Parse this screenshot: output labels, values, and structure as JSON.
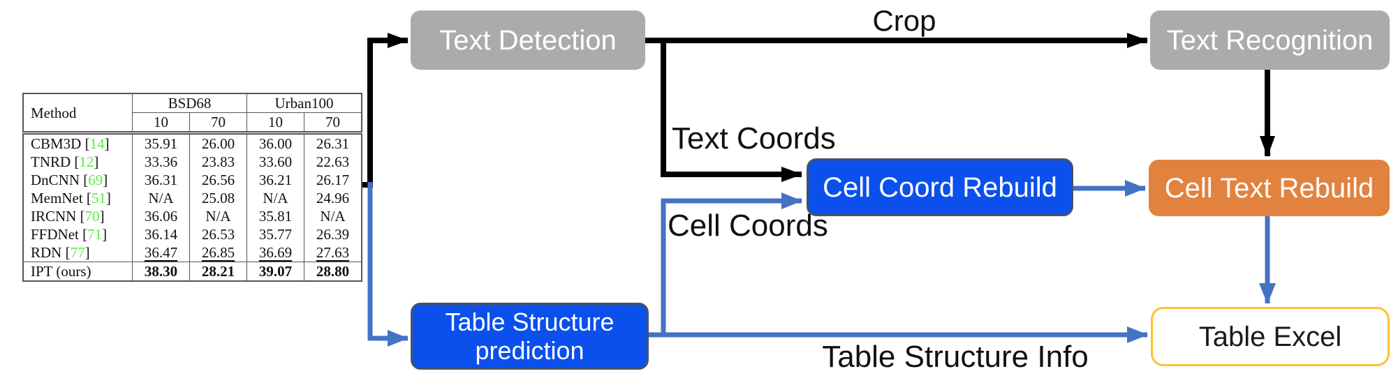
{
  "colors": {
    "box_gray": "#ABABAB",
    "box_blue": "#0B50EC",
    "box_blue_border": "#44546A",
    "box_orange": "#E2823F",
    "excel_border": "#FFC12F",
    "arrow_blue": "#4472C4",
    "arrow_black": "#000000",
    "cite_green": "#57EE43"
  },
  "boxes": {
    "text_detection": "Text Detection",
    "text_recognition": "Text Recognition",
    "cell_coord_rebuild": "Cell Coord Rebuild",
    "cell_text_rebuild": "Cell Text Rebuild",
    "table_structure_prediction": "Table Structure prediction",
    "table_excel": "Table Excel"
  },
  "edge_labels": {
    "crop": "Crop",
    "text_coords": "Text Coords",
    "cell_coords": "Cell Coords",
    "table_structure_info": "Table Structure Info"
  },
  "table": {
    "header": {
      "method": "Method",
      "groups": [
        "BSD68",
        "Urban100"
      ],
      "sub_columns": [
        "10",
        "70",
        "10",
        "70"
      ]
    },
    "rows": [
      {
        "method": "CBM3D",
        "cite": "14",
        "values": [
          "35.91",
          "26.00",
          "36.00",
          "26.31"
        ],
        "style": "normal"
      },
      {
        "method": "TNRD",
        "cite": "12",
        "values": [
          "33.36",
          "23.83",
          "33.60",
          "22.63"
        ],
        "style": "normal"
      },
      {
        "method": "DnCNN",
        "cite": "69",
        "values": [
          "36.31",
          "26.56",
          "36.21",
          "26.17"
        ],
        "style": "normal"
      },
      {
        "method": "MemNet",
        "cite": "51",
        "values": [
          "N/A",
          "25.08",
          "N/A",
          "24.96"
        ],
        "style": "normal"
      },
      {
        "method": "IRCNN",
        "cite": "70",
        "values": [
          "36.06",
          "N/A",
          "35.81",
          "N/A"
        ],
        "style": "normal"
      },
      {
        "method": "FFDNet",
        "cite": "71",
        "values": [
          "36.14",
          "26.53",
          "35.77",
          "26.39"
        ],
        "style": "normal"
      },
      {
        "method": "RDN",
        "cite": "77",
        "values": [
          "36.47",
          "26.85",
          "36.69",
          "27.63"
        ],
        "style": "underline"
      },
      {
        "method": "IPT (ours)",
        "cite": null,
        "values": [
          "38.30",
          "28.21",
          "39.07",
          "28.80"
        ],
        "style": "bold"
      }
    ]
  }
}
